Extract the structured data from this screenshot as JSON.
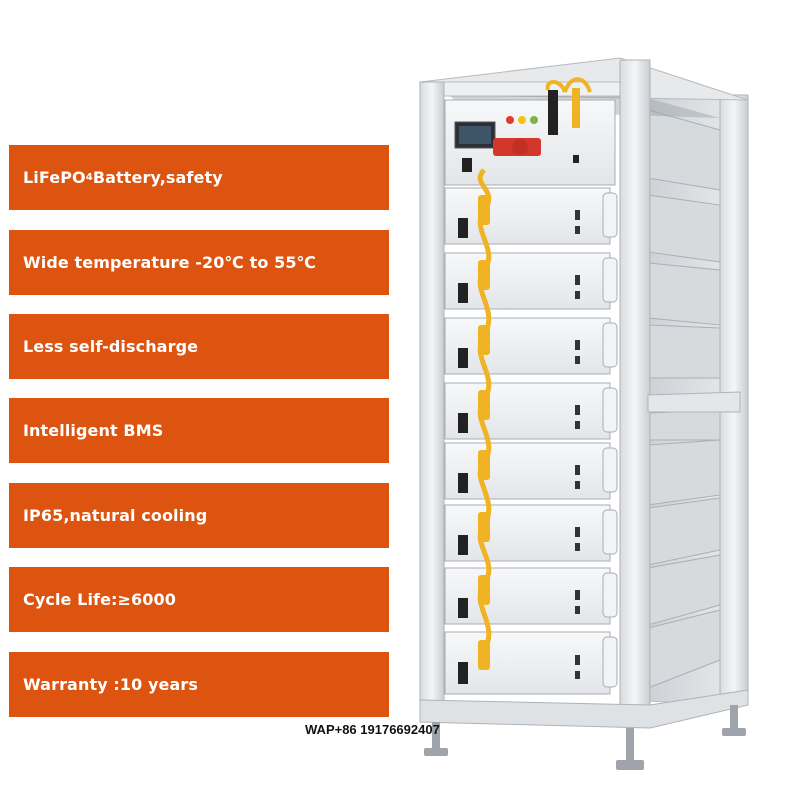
{
  "features": [
    {
      "main": "LiFePO",
      "sub": "4",
      "rest": "Battery,safety"
    },
    {
      "main": "Wide temperature -20℃ to 55℃",
      "sub": "",
      "rest": ""
    },
    {
      "main": "Less self-discharge",
      "sub": "",
      "rest": ""
    },
    {
      "main": "Intelligent BMS",
      "sub": "",
      "rest": ""
    },
    {
      "main": "IP65,natural cooling",
      "sub": "",
      "rest": ""
    },
    {
      "main": "Cycle Life:≥6000",
      "sub": "",
      "rest": ""
    },
    {
      "main": "Warranty :10 years",
      "sub": "",
      "rest": ""
    }
  ],
  "contact": "WAP+86 19176692407",
  "colors": {
    "banner": "#dd5410",
    "banner_text": "#ffffff",
    "cable": "#f0b323"
  }
}
